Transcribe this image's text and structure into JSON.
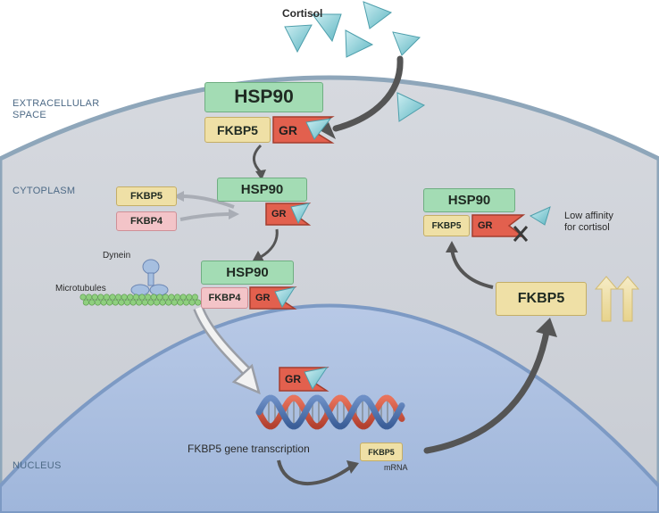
{
  "labels": {
    "cortisol": "Cortisol",
    "extracellular_space": "EXTRACELLULAR\nSPACE",
    "cytoplasm": "CYTOPLASM",
    "nucleus": "NUCLEUS",
    "dynein": "Dynein",
    "microtubules": "Microtubules",
    "gene_transcription": "FKBP5 gene transcription",
    "mrna": "mRNA",
    "low_affinity": "Low affinity\nfor cortisol"
  },
  "complexes": {
    "top": {
      "hsp": "HSP90",
      "fkbp": "FKBP5",
      "gr": "GR"
    },
    "step2": {
      "hsp": "HSP90",
      "gr": "GR"
    },
    "free_fkbp5": "FKBP5",
    "free_fkbp4": "FKBP4",
    "step3": {
      "hsp": "HSP90",
      "fkbp": "FKBP4",
      "gr": "GR"
    },
    "nuclear_gr": "GR",
    "mrna_fkbp5": "FKBP5",
    "protein_fkbp5": "FKBP5",
    "right": {
      "hsp": "HSP90",
      "fkbp": "FKBP5",
      "gr": "GR"
    }
  },
  "colors": {
    "cell_fill": "#cfd3da",
    "cell_edge": "#8ea6ba",
    "nucleus_fill": "#a9bfdf",
    "nucleus_edge": "#7d9ac4",
    "cortisol": "#8fd0d8",
    "hsp90": "#a3dcb4",
    "fkbp5": "#efe0a6",
    "fkbp4": "#f3c4c8",
    "gr": "#e2604e",
    "arrow": "#555555",
    "microtubule": "#8fcf7f"
  }
}
